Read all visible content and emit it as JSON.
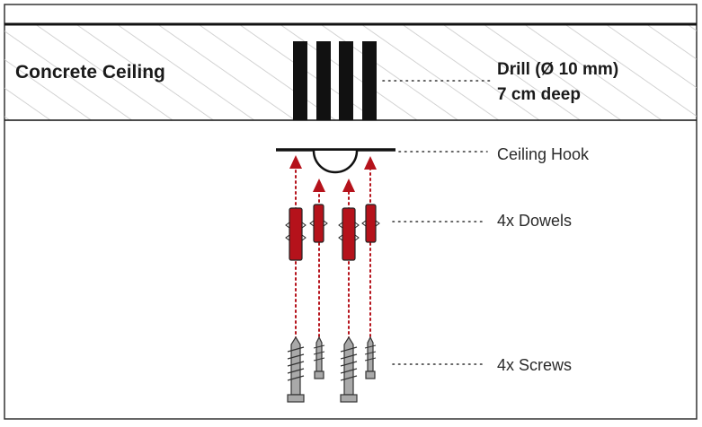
{
  "ceiling": {
    "label": "Concrete Ceiling"
  },
  "drill": {
    "line1": "Drill (Ø 10 mm)",
    "line2": "7 cm deep"
  },
  "parts": {
    "hook": "Ceiling Hook",
    "dowels": "4x Dowels",
    "screws": "4x Screws"
  },
  "colors": {
    "accent": "#b5121b",
    "hatch": "#c8c8c8",
    "steel": "#a9a9a9",
    "ink": "#111111"
  }
}
